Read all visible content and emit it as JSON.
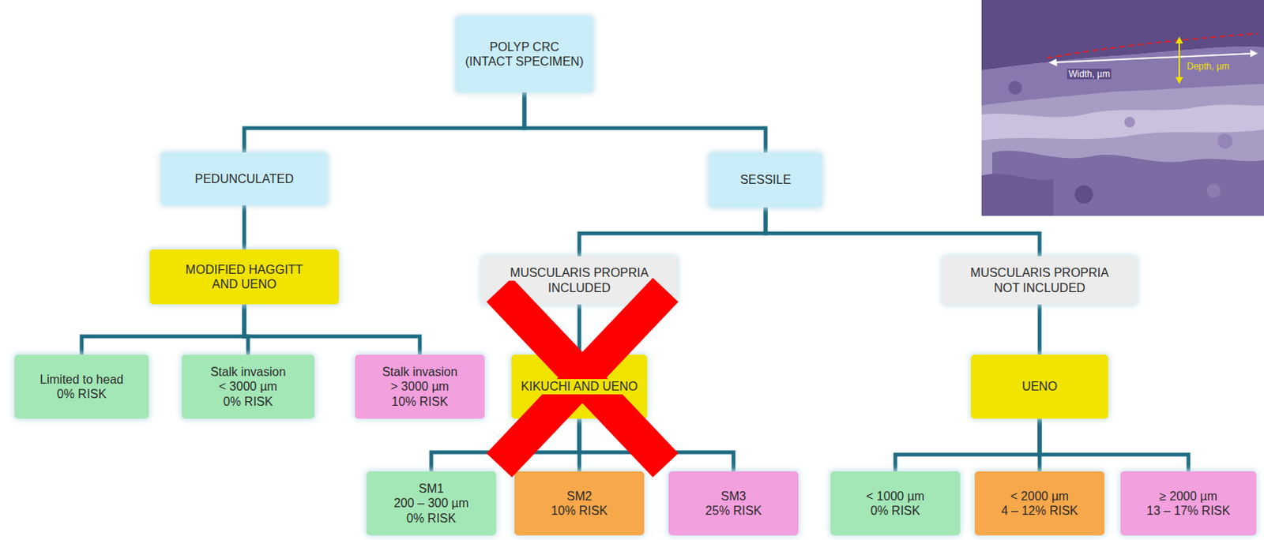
{
  "diagram": {
    "nodes": [
      {
        "text": [
          "POLYP CRC",
          "(INTACT SPECIMEN)"
        ]
      },
      {
        "text": [
          "PEDUNCULATED"
        ]
      },
      {
        "text": [
          "SESSILE"
        ]
      },
      {
        "text": [
          "MODIFIED HAGGITT",
          "AND UENO"
        ]
      },
      {
        "text": [
          "MUSCULARIS PROPRIA",
          "INCLUDED"
        ]
      },
      {
        "text": [
          "MUSCULARIS PROPRIA",
          "NOT INCLUDED"
        ]
      },
      {
        "text": [
          "Limited to head",
          "0% RISK"
        ]
      },
      {
        "text": [
          "Stalk invasion",
          "< 3000 µm",
          "0% RISK"
        ]
      },
      {
        "text": [
          "Stalk invasion",
          "> 3000 µm",
          "10% RISK"
        ]
      },
      {
        "text": [
          "KIKUCHI AND UENO"
        ]
      },
      {
        "text": [
          "SM1",
          "200 – 300 µm",
          "0% RISK"
        ]
      },
      {
        "text": [
          "SM2",
          "10% RISK"
        ]
      },
      {
        "text": [
          "SM3",
          "25% RISK"
        ]
      },
      {
        "text": [
          "UENO"
        ]
      },
      {
        "text": [
          "< 1000 µm",
          "0% RISK"
        ]
      },
      {
        "text": [
          "< 2000 µm",
          "4 – 12% RISK"
        ]
      },
      {
        "text": [
          "≥ 2000 µm",
          "13 – 17% RISK"
        ]
      }
    ],
    "edges": [
      {
        "from": 0,
        "to": 1,
        "arrow": "none"
      },
      {
        "from": 0,
        "to": 2,
        "arrow": "none"
      },
      {
        "from": 1,
        "to": 3,
        "arrow": "none"
      },
      {
        "from": 3,
        "to": 6,
        "arrow": "none"
      },
      {
        "from": 3,
        "to": 7,
        "arrow": "none"
      },
      {
        "from": 3,
        "to": 8,
        "arrow": "none"
      },
      {
        "from": 2,
        "to": 4,
        "arrow": "none"
      },
      {
        "from": 2,
        "to": 5,
        "arrow": "none"
      },
      {
        "from": 4,
        "to": 9,
        "arrow": "none"
      },
      {
        "from": 9,
        "to": 10,
        "arrow": "none"
      },
      {
        "from": 9,
        "to": 11,
        "arrow": "none"
      },
      {
        "from": 9,
        "to": 12,
        "arrow": "none"
      },
      {
        "from": 5,
        "to": 13,
        "arrow": "none"
      },
      {
        "from": 13,
        "to": 14,
        "arrow": "none"
      },
      {
        "from": 13,
        "to": 15,
        "arrow": "none"
      },
      {
        "from": 13,
        "to": 16,
        "arrow": "none"
      }
    ],
    "labels": [
      "Width, µm",
      "Depth, µm"
    ]
  }
}
